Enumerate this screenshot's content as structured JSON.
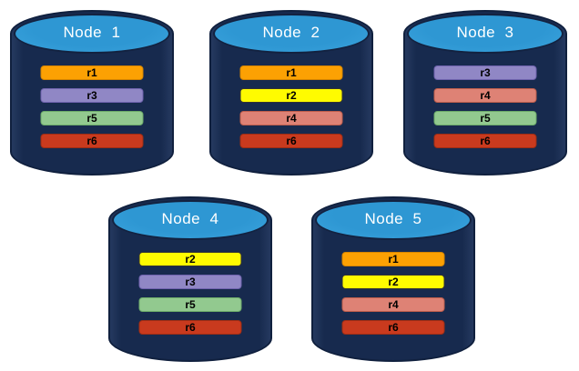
{
  "diagram": {
    "kind": "replica-distribution-diagram",
    "colors": {
      "cylinder_body": "#172a4e",
      "cylinder_outline": "#10203e",
      "cylinder_top_fill": "#2e97d3",
      "title_text": "#ffffff",
      "bar_text": "#000000",
      "background": "#ffffff"
    },
    "replica_colors": {
      "r1": {
        "fill": "#fca103",
        "border": "#d68500"
      },
      "r2": {
        "fill": "#fffb00",
        "border": "#333333"
      },
      "r3": {
        "fill": "#9087c5",
        "border": "#6f63ae"
      },
      "r4": {
        "fill": "#de8275",
        "border": "#bd5d4b"
      },
      "r5": {
        "fill": "#92c98f",
        "border": "#6cab69"
      },
      "r6": {
        "fill": "#c93a1e",
        "border": "#9e2d14"
      }
    },
    "nodes": [
      {
        "title": "Node  1",
        "replicas": [
          "r1",
          "r3",
          "r5",
          "r6"
        ]
      },
      {
        "title": "Node  2",
        "replicas": [
          "r1",
          "r2",
          "r4",
          "r6"
        ]
      },
      {
        "title": "Node  3",
        "replicas": [
          "r3",
          "r4",
          "r5",
          "r6"
        ]
      },
      {
        "title": "Node  4",
        "replicas": [
          "r2",
          "r3",
          "r5",
          "r6"
        ]
      },
      {
        "title": "Node  5",
        "replicas": [
          "r1",
          "r2",
          "r4",
          "r6"
        ]
      }
    ]
  }
}
